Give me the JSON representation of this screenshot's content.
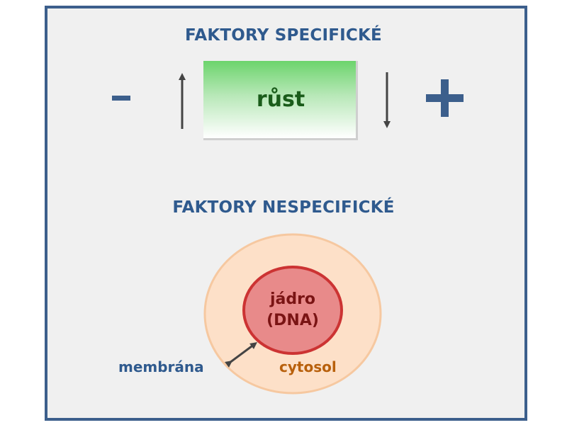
{
  "specific": {
    "title": "FAKTORY SPECIFICKÉ",
    "minus_symbol": "−",
    "plus_symbol": "+",
    "growth_label": "růst",
    "arrow_left_direction": "up",
    "arrow_right_direction": "down"
  },
  "nonspecific": {
    "title": "FAKTORY NESPECIFICKÉ",
    "nucleus_line1": "jádro",
    "nucleus_line2": "(DNA)",
    "cytosol_label": "cytosol",
    "membrane_label": "membrána"
  },
  "colors": {
    "frame_border": "#3c5f8c",
    "frame_fill": "#f0f0f0",
    "heading": "#2f5a8e",
    "growth_gradient_top": "#6cd46c",
    "growth_text": "#1a5c1a",
    "cell_fill": "#fde0c8",
    "cell_border": "#f6c8a0",
    "nucleus_fill": "#e88a8a",
    "nucleus_border": "#cc3333",
    "nucleus_text": "#7a1414",
    "cytosol_text": "#b8600c",
    "membrane_text": "#2f5a8e",
    "arrow": "#444444"
  }
}
